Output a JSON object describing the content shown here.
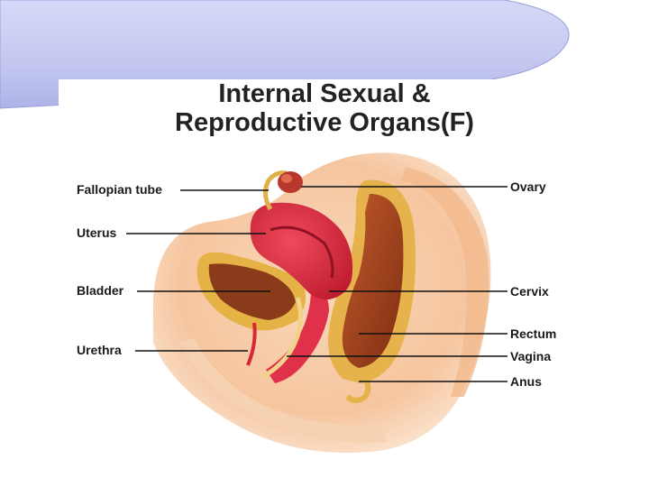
{
  "slide": {
    "title_line1": "Internal Sexual &",
    "title_line2": "Reproductive Organs(F)"
  },
  "labels": {
    "fallopian_tube": "Fallopian tube",
    "uterus": "Uterus",
    "bladder": "Bladder",
    "urethra": "Urethra",
    "ovary": "Ovary",
    "cervix": "Cervix",
    "rectum": "Rectum",
    "vagina": "Vagina",
    "anus": "Anus"
  },
  "colors": {
    "banner": "#c9cdf2",
    "skin": "#f6c9a0",
    "uterus": "#d9263a",
    "rectum": "#a2401c",
    "bladder_wall": "#e4b24a",
    "leader_line": "#111111"
  }
}
